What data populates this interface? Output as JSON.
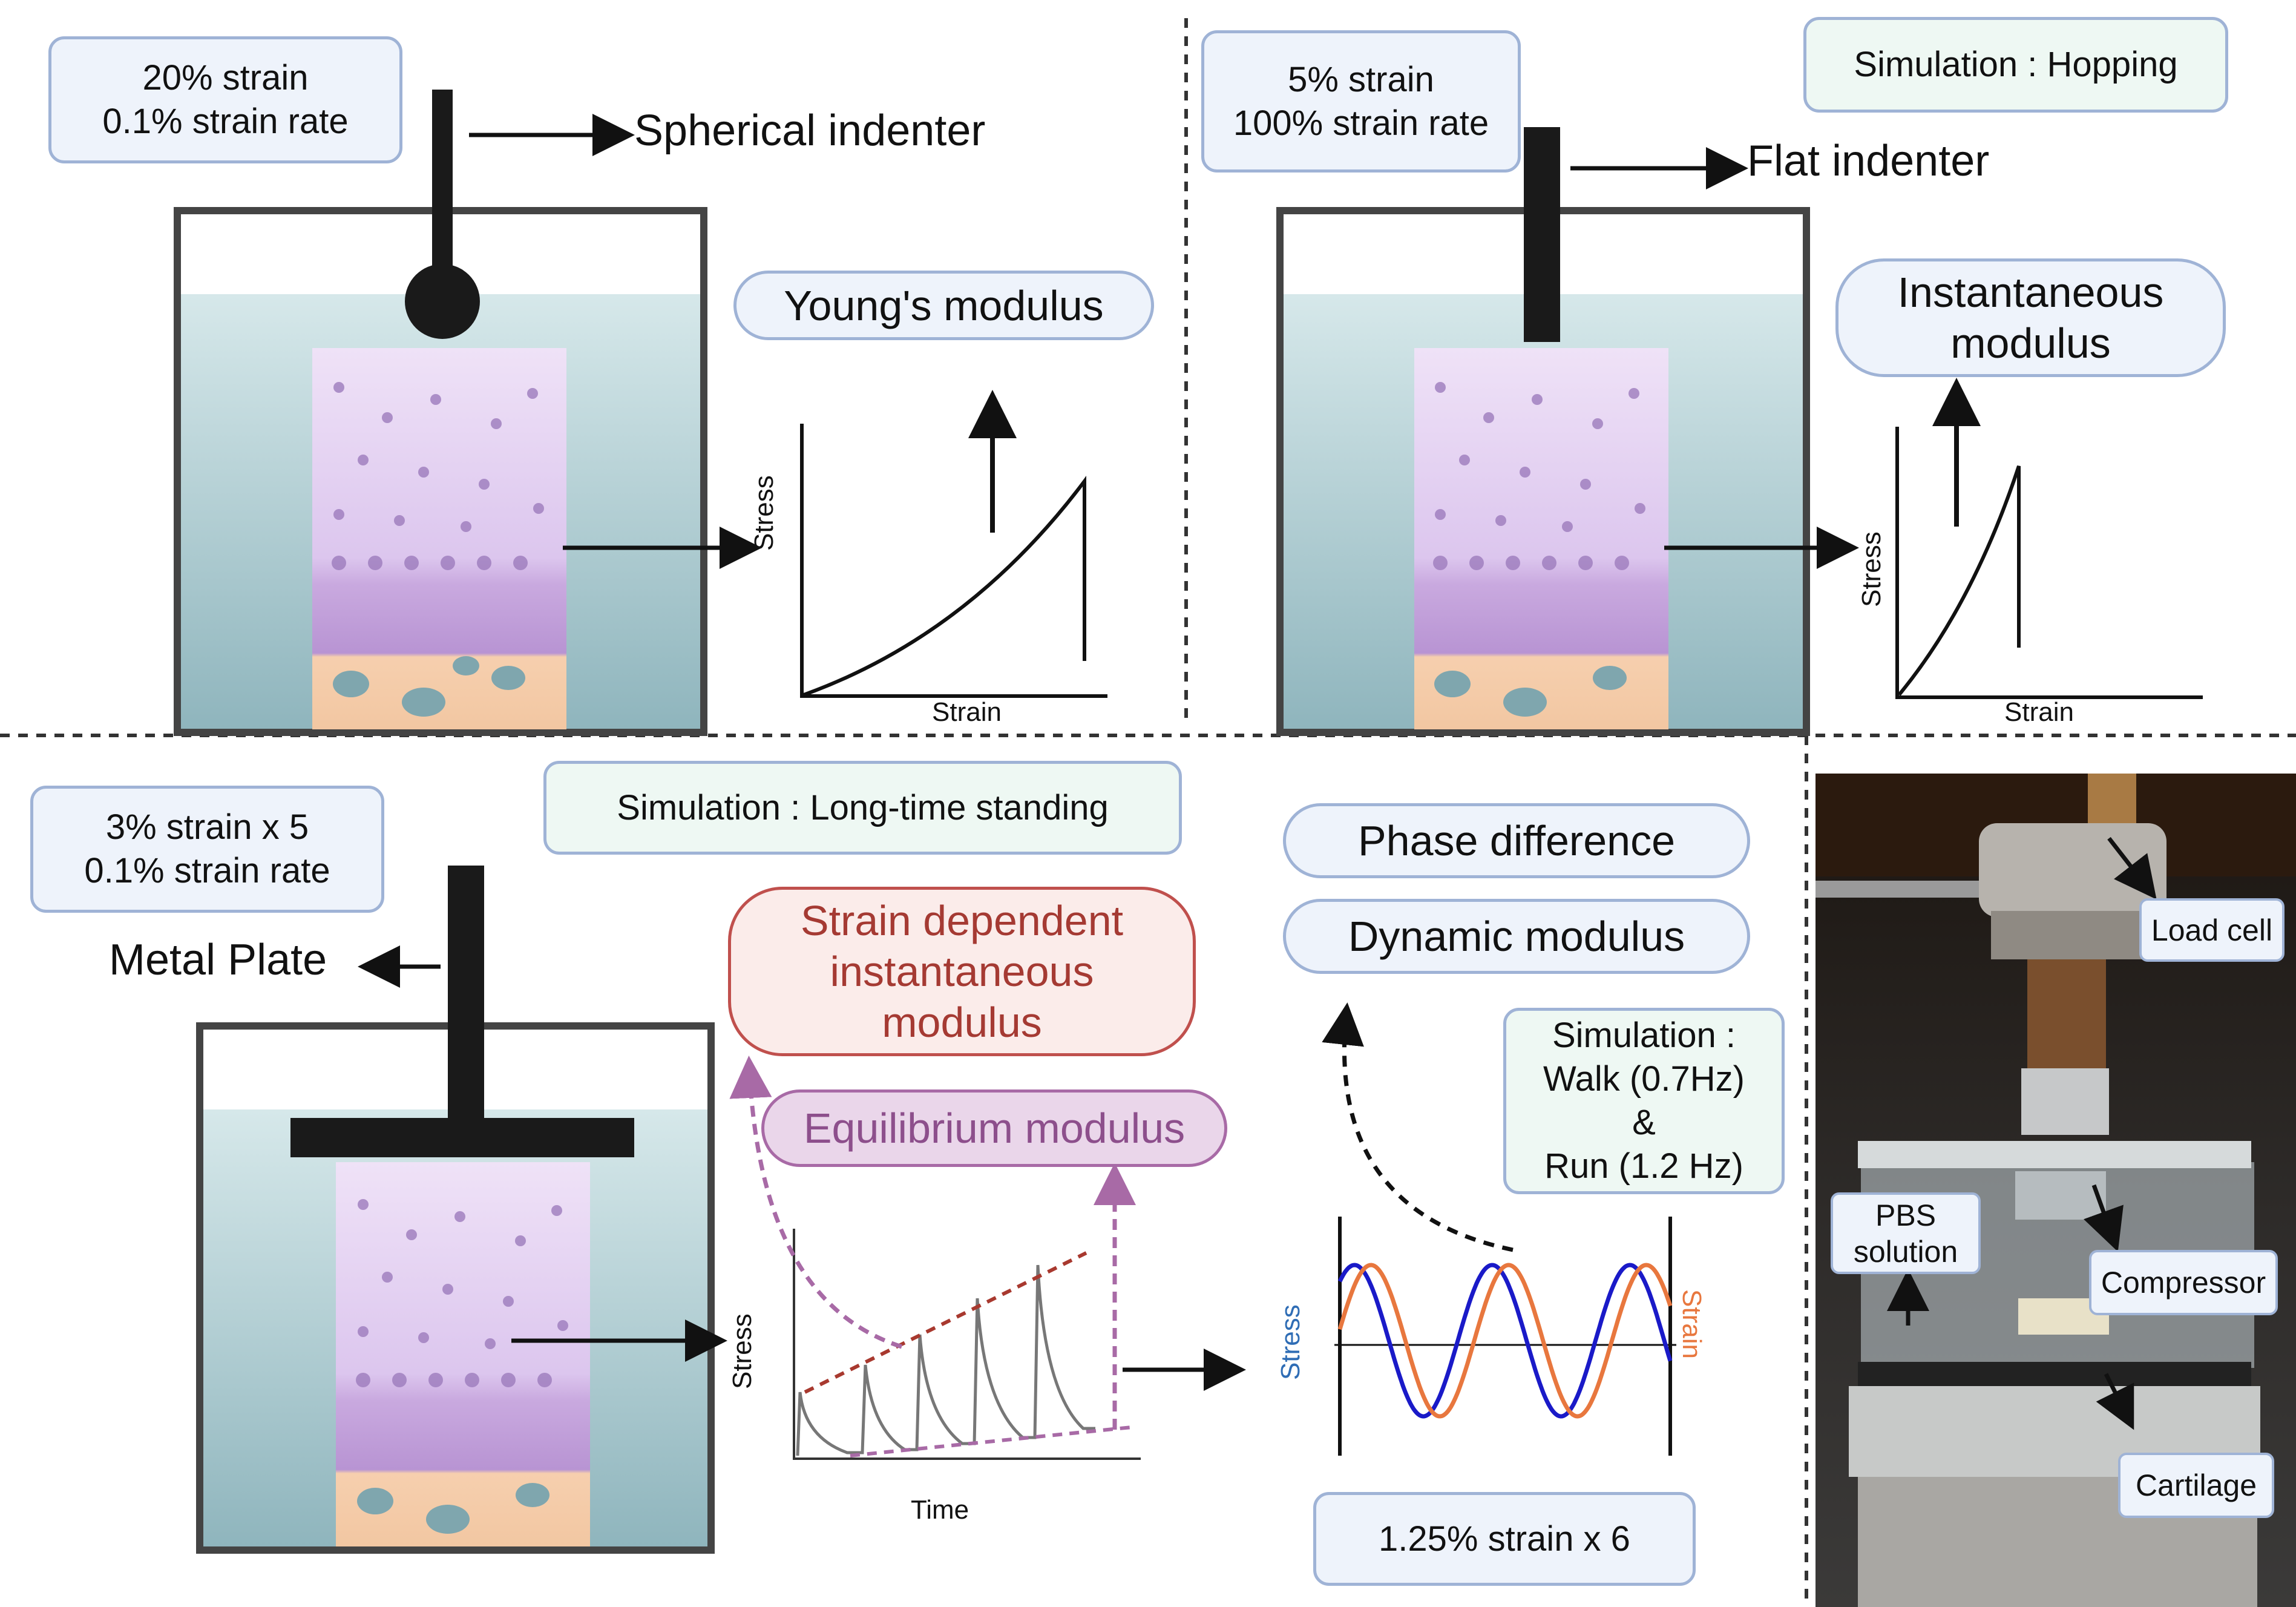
{
  "panel_a": {
    "condition": [
      "20% strain",
      "0.1% strain rate"
    ],
    "indenter_label": "Spherical indenter",
    "result": "Young's modulus",
    "xlabel": "Strain",
    "ylabel": "Stress"
  },
  "panel_b": {
    "condition": [
      "5% strain",
      "100% strain rate"
    ],
    "simulation": "Simulation : Hopping",
    "indenter_label": "Flat indenter",
    "result": [
      "Instantaneous",
      "modulus"
    ],
    "xlabel": "Strain",
    "ylabel": "Stress"
  },
  "panel_c": {
    "condition": [
      "3% strain x 5",
      "0.1% strain rate"
    ],
    "simulation": "Simulation : Long-time standing",
    "plate_label": "Metal Plate",
    "result_red": [
      "Strain dependent",
      "instantaneous",
      "modulus"
    ],
    "result_purple": "Equilibrium modulus",
    "xlabel": "Time",
    "ylabel": "Stress"
  },
  "panel_d": {
    "results": [
      "Phase difference",
      "Dynamic modulus"
    ],
    "simulation": [
      "Simulation :",
      "Walk (0.7Hz)",
      "&",
      "Run (1.2 Hz)"
    ],
    "condition": "1.25% strain x 6",
    "stress_label": "Stress",
    "strain_label": "Strain",
    "stress_color": "#1a1ac8",
    "strain_color": "#e8773e"
  },
  "photo": {
    "labels": [
      "Load cell",
      "PBS solution",
      "Compressor",
      "Cartilage"
    ],
    "pbs_lines": [
      "PBS",
      "solution"
    ]
  },
  "colors": {
    "box_border": "#9fb3d6",
    "red": "#c0504d",
    "purple": "#a86aa6",
    "water": "#c9dfe3"
  }
}
